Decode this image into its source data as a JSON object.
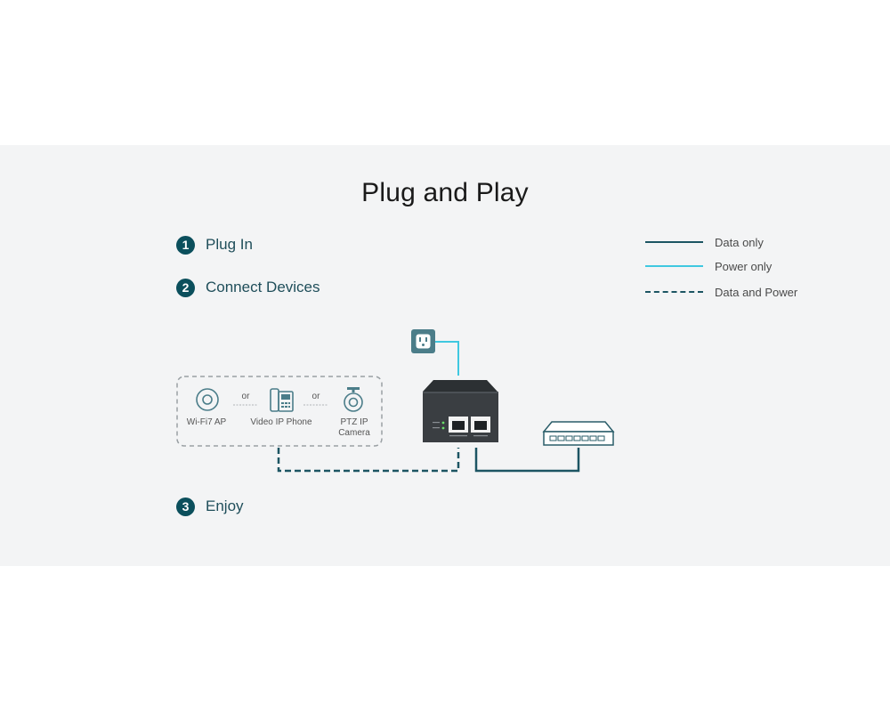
{
  "title": "Plug and Play",
  "steps": [
    {
      "number": "1",
      "label": "Plug In"
    },
    {
      "number": "2",
      "label": "Connect Devices"
    },
    {
      "number": "3",
      "label": "Enjoy"
    }
  ],
  "legend": [
    {
      "label": "Data only",
      "style": "solid",
      "color": "#1c5563"
    },
    {
      "label": "Power only",
      "style": "solid",
      "color": "#3fc8e0"
    },
    {
      "label": "Data and Power",
      "style": "dashed",
      "color": "#1c5563"
    }
  ],
  "devices": {
    "wifi_ap": "Wi-Fi7 AP",
    "or_1": "or",
    "phone": "Video IP Phone",
    "or_2": "or",
    "camera_line1": "PTZ IP",
    "camera_line2": "Camera"
  },
  "icons": {
    "outlet": "power-outlet-icon",
    "injector": "poe-injector-icon",
    "switch": "network-switch-icon"
  },
  "colors": {
    "accent_dark": "#0b4f5c",
    "data_line": "#1c5563",
    "power_line": "#3fc8e0"
  }
}
